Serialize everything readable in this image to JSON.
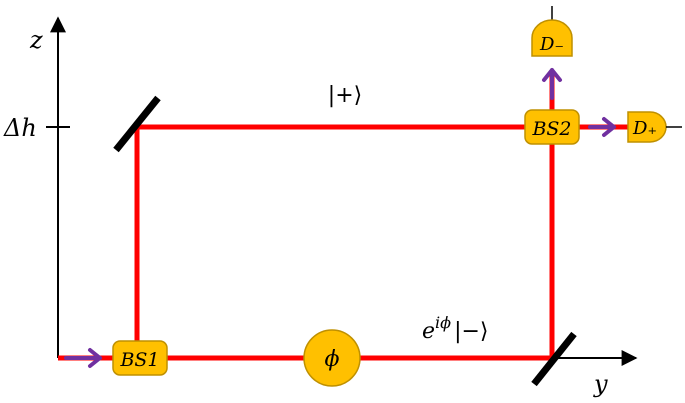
{
  "axes": {
    "z_label": "z",
    "y_label": "y",
    "height_tick_label": "Δh"
  },
  "components": {
    "bs1_label": "BS1",
    "bs2_label": "BS2",
    "phase_label": "ϕ",
    "detector_minus_label": "D₋",
    "detector_plus_label": "D₊"
  },
  "states": {
    "upper_path": "|+⟩",
    "lower_path_prefix": "e",
    "lower_path_exponent": "iϕ",
    "lower_path_ket": "|−⟩"
  },
  "colors": {
    "beam": "#ff0000",
    "component_fill": "#ffc000",
    "arrow": "#7030a0",
    "mirror": "#000000"
  }
}
